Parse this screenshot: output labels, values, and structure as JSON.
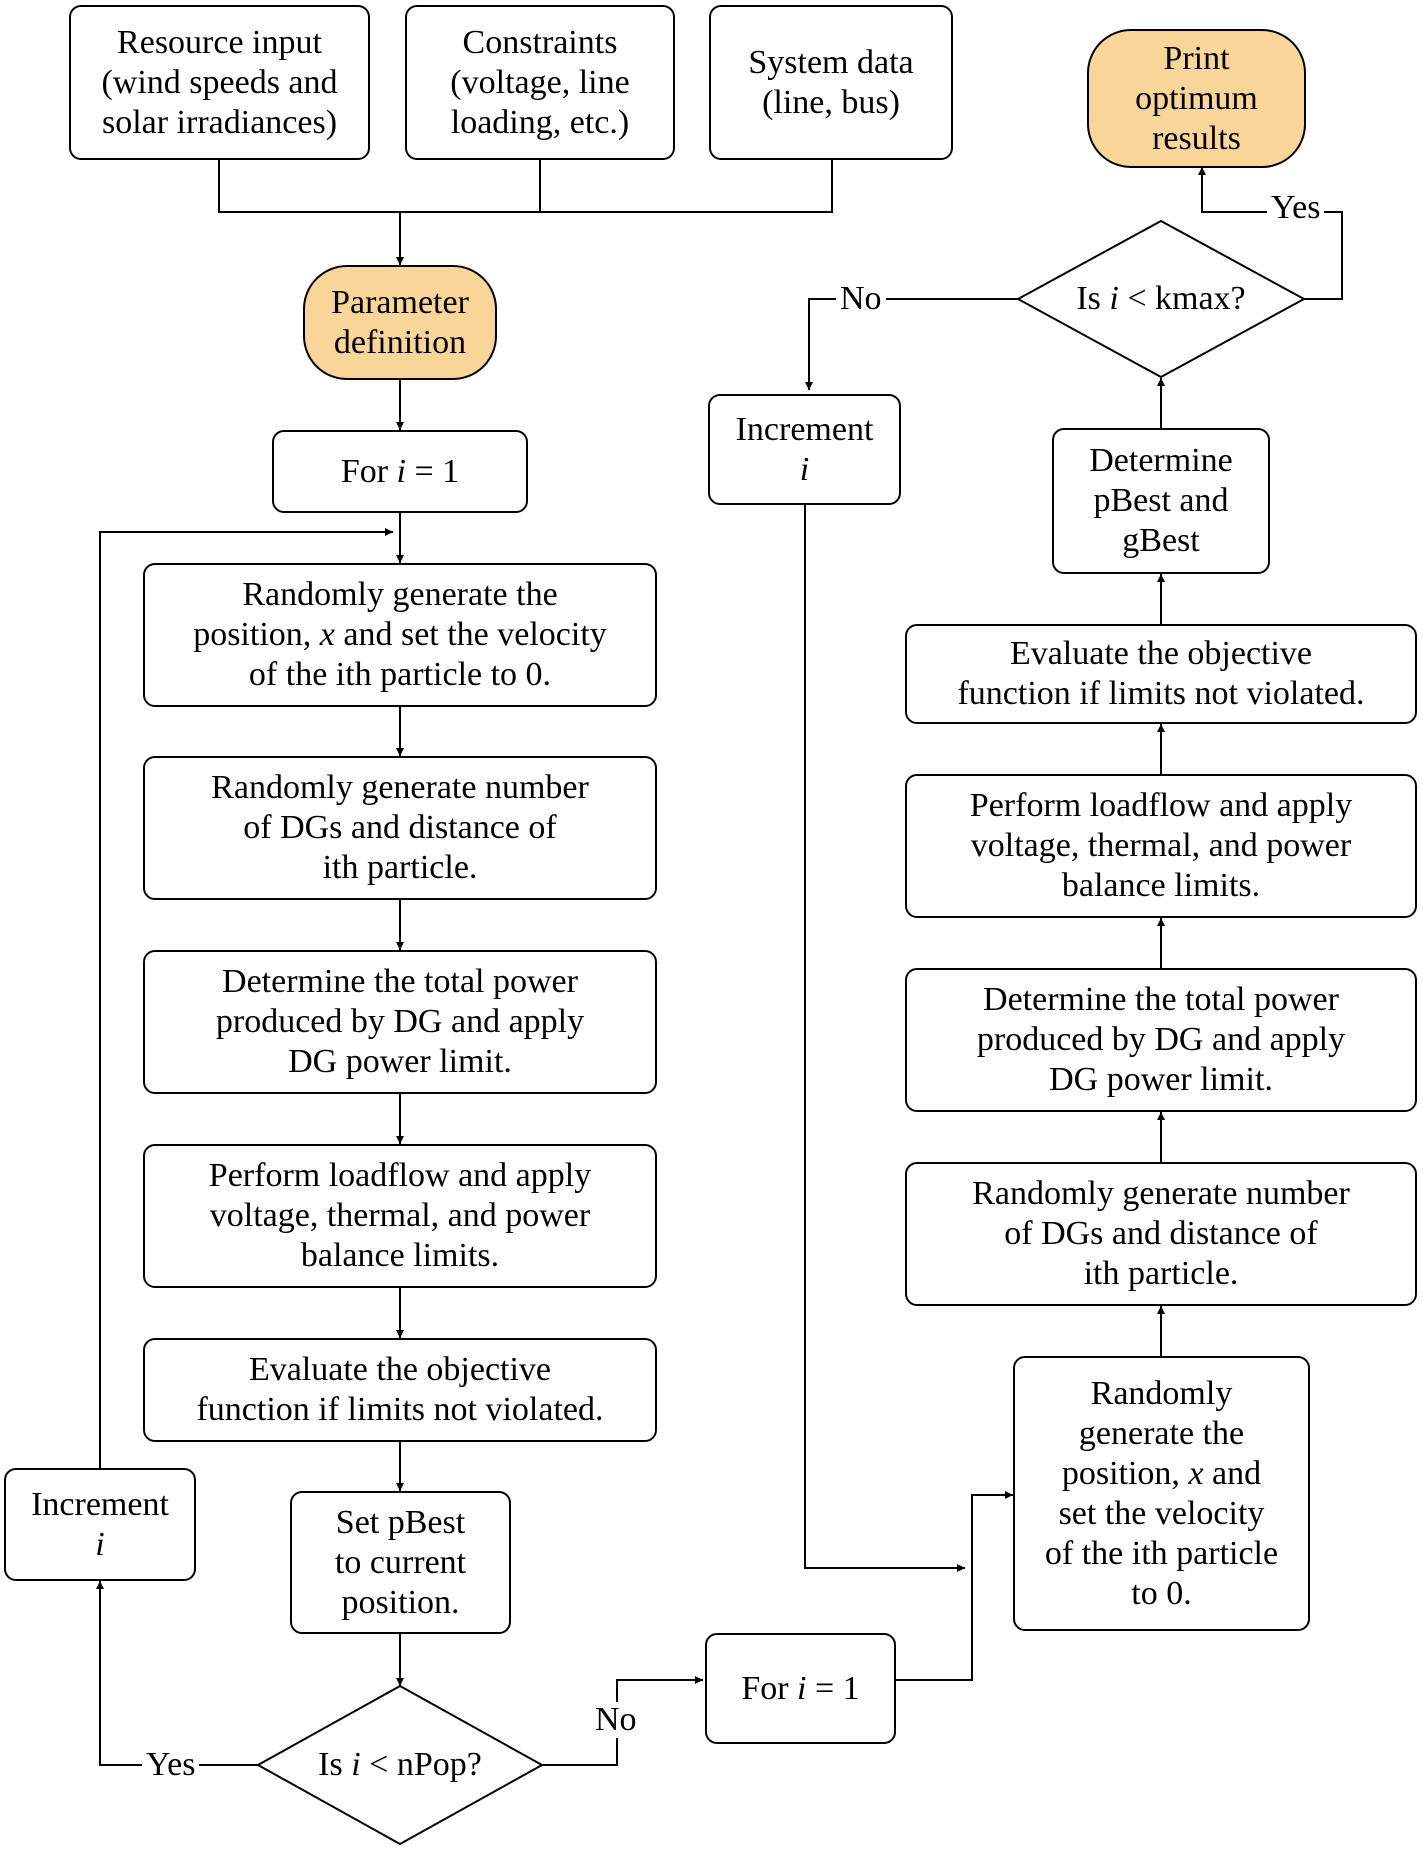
{
  "nodes": {
    "resource_input": "Resource input\n(wind speeds and\nsolar irradiances)",
    "constraints": "Constraints\n(voltage, line\nloading, etc.)",
    "system_data": "System data\n(line, bus)",
    "print_results": "Print\noptimum\nresults",
    "parameter_definition": "Parameter\ndefinition",
    "for_i_1_left": {
      "pre": "For ",
      "var": "i",
      "post": " = 1"
    },
    "increment_i_top": {
      "pre": "Increment\n",
      "var": "i",
      "post": ""
    },
    "increment_i_left": {
      "pre": "Increment\n",
      "var": "i",
      "post": ""
    },
    "l_randomly_position": {
      "pre": "Randomly generate the\nposition, ",
      "var": "x",
      "post": " and set the velocity\nof the ith particle to 0."
    },
    "l_randomly_number": "Randomly generate number\nof DGs and distance of\nith particle.",
    "l_determine_power": "Determine the total power\nproduced by DG and apply\nDG power limit.",
    "l_perform_loadflow": "Perform loadflow and apply\nvoltage, thermal, and power\nbalance limits.",
    "l_evaluate": "Evaluate the objective\nfunction if limits not violated.",
    "set_pbest": "Set pBest\nto current\nposition.",
    "for_i_1_bottom": {
      "pre": "For ",
      "var": "i",
      "post": " = 1"
    },
    "r_determine_pbest_gbest": "Determine\npBest and\ngBest",
    "r_evaluate": "Evaluate the objective\nfunction if limits not violated.",
    "r_perform_loadflow": "Perform loadflow and apply\nvoltage, thermal, and power\nbalance limits.",
    "r_determine_power": "Determine the total power\nproduced by DG and apply\nDG power limit.",
    "r_randomly_number": "Randomly generate number\nof DGs and distance of\nith particle.",
    "r_randomly_position": {
      "pre": "Randomly\ngenerate the\nposition, ",
      "var": "x",
      "post": " and\nset the velocity\nof the ith particle\nto 0."
    }
  },
  "decisions": {
    "kmax": {
      "pre": "Is ",
      "var": "i",
      "post": " < kmax?"
    },
    "npop": {
      "pre": "Is ",
      "var": "i",
      "post": " < nPop?"
    }
  },
  "edge_labels": {
    "kmax_yes": "Yes",
    "kmax_no": "No",
    "npop_yes": "Yes",
    "npop_no": "No"
  },
  "colors": {
    "terminal_fill": "#fad59a",
    "stroke": "#000000"
  }
}
